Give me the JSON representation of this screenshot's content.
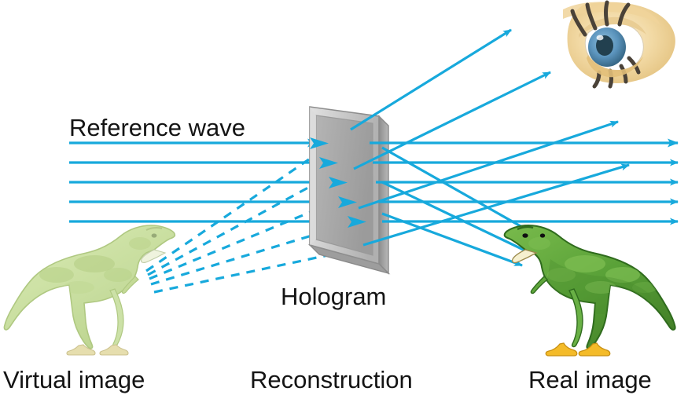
{
  "figure": {
    "title": "Holography reconstruction diagram",
    "background_color": "#ffffff"
  },
  "labels": {
    "reference_wave": "Reference wave",
    "hologram": "Hologram",
    "virtual_image": "Virtual image",
    "reconstruction": "Reconstruction",
    "real_image": "Real image"
  },
  "colors": {
    "ray": "#17a9dc",
    "ray_dark": "#0f93c7",
    "text": "#141414",
    "plate_face": "#a9a9a9",
    "plate_frame": "#cfcfcf",
    "plate_edge": "#8e8e8e",
    "plate_side": "#9a9a9a",
    "dino_real_body": "#5ba03b",
    "dino_real_dark": "#3f7a28",
    "dino_real_light": "#7fbe55",
    "dino_real_foot": "#f4bb29",
    "dino_virtual_body": "#c3db96",
    "dino_virtual_dark": "#aecb7d",
    "eye_skin": "#f0d49a",
    "eye_iris": "#5b94bd",
    "eye_pupil": "#2d4a5e",
    "eye_sclera": "#ffffff",
    "eye_lash": "#4a4238"
  },
  "elements": {
    "hologram_plate": {
      "name": "hologram-plate",
      "description": "tilted rectangular photographic plate"
    },
    "eye": {
      "name": "observer-eye",
      "description": "human eye viewing the virtual image through the hologram"
    },
    "virtual_dinosaur": {
      "name": "virtual-image-dinosaur",
      "description": "faded translucent tyrannosaurus facing right"
    },
    "real_dinosaur": {
      "name": "real-image-dinosaur",
      "description": "solid green tyrannosaurus facing left"
    }
  },
  "rays": {
    "reference_wave_count": 5,
    "transmitted_horizontal_count": 5,
    "to_eye_count": 4,
    "to_real_image_count": 3,
    "virtual_dashed_count": 5,
    "reference_wave_y": [
      182,
      207,
      232,
      257,
      282
    ],
    "transmitted_y": [
      182,
      207,
      232,
      257,
      282
    ],
    "style_solid": "solid",
    "style_virtual": "dashed"
  }
}
